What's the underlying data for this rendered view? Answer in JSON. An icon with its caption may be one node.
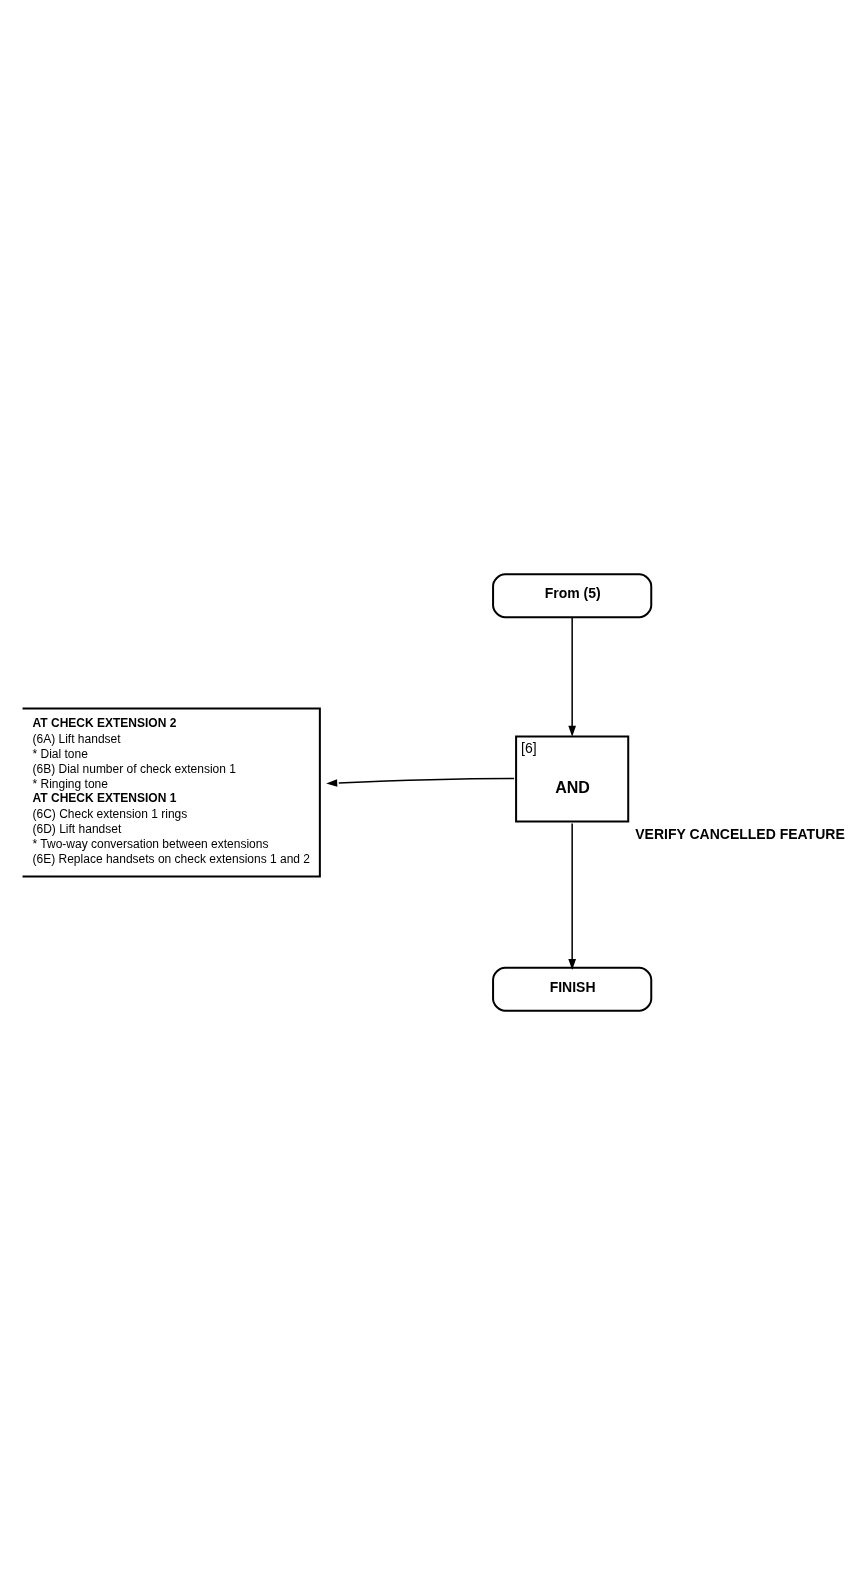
{
  "diagram": {
    "nodes": [
      {
        "text": [
          "From (5)"
        ]
      },
      {
        "text": [
          "[6]",
          "AND"
        ],
        "beside": [
          "VERIFY CANCELLED FEATURE"
        ]
      },
      {
        "text": [
          "AT CHECK EXTENSION 2",
          "(6A) Lift handset",
          "* Dial tone",
          "(6B) Dial number of check extension 1",
          "* Ringing tone",
          "AT CHECK EXTENSION 1",
          "(6C) Check extension 1 rings",
          "(6D) Lift handset",
          "* Two-way conversation between extensions",
          "(6E) Replace handsets on check extensions 1 and 2"
        ]
      },
      {
        "text": [
          "FINISH"
        ]
      }
    ],
    "edges": [
      {
        "from": 0,
        "to": 1,
        "arrow": "to"
      },
      {
        "from": 1,
        "to": 2,
        "arrow": "to"
      },
      {
        "from": 1,
        "to": 3,
        "arrow": "to"
      }
    ]
  }
}
